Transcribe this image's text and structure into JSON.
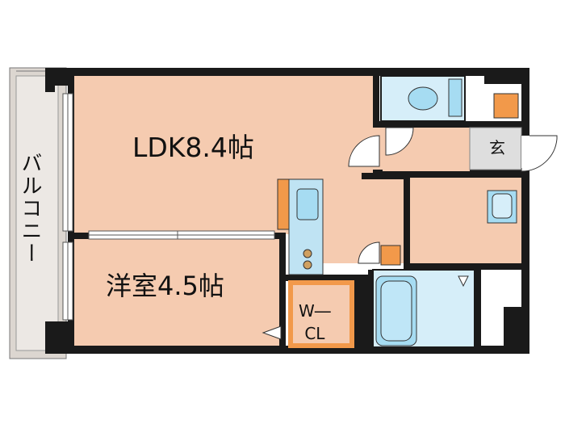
{
  "rooms": {
    "ldk": "LDK8.4帖",
    "western_room": "洋室4.5帖",
    "entrance": "玄",
    "walk_in_closet_line1": "W―",
    "walk_in_closet_line2": "CL",
    "balcony": "バルコニー"
  },
  "colors": {
    "room_fill": "#f5cbb0",
    "wall": "#1a1a1a",
    "wet_area": "#d6eef9",
    "fixture": "#a6dcf2",
    "closet_orange": "#f2994a",
    "balcony_fill": "#dcd6d0",
    "entrance_fill": "#dedede"
  }
}
